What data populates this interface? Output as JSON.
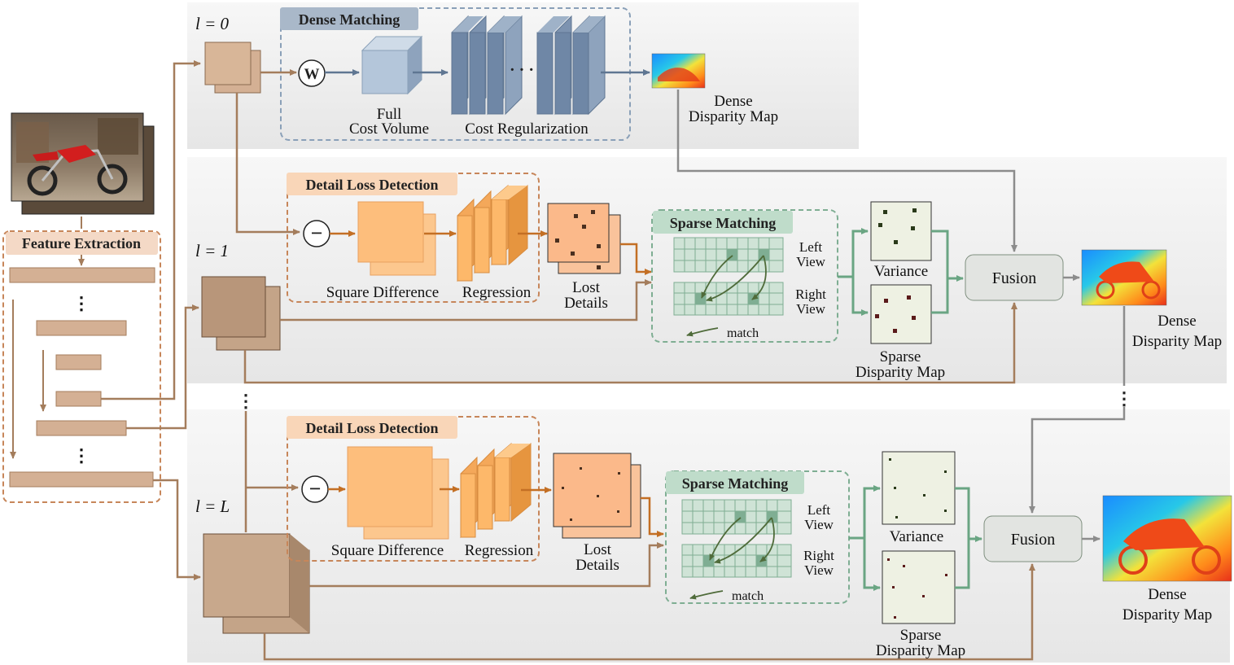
{
  "colors": {
    "band": "#efefef",
    "feature_box": "#d4b094",
    "feature_dark": "#b8967a",
    "feature_arrow": "#a47d5c",
    "orange_box": "#fdbe7c",
    "orange_dark": "#f0a050",
    "orange_arrow": "#c36f24",
    "orange_dash": "#c7865a",
    "green_grid": "#cfe3d6",
    "green_dark": "#7fae93",
    "green_dash": "#7fae93",
    "green_arrow": "#6aa583",
    "blue_box": "#b4c6da",
    "blue_dark": "#6f87a6",
    "blue_dash": "#8aa0b8",
    "gray_arrow": "#8c8c8c",
    "fusion_box": "#e2e4e1",
    "sparse_panel": "#eef1e3",
    "detail_dot": "#5a3a2c"
  },
  "levels": {
    "l0": "l = 0",
    "l1": "l = 1",
    "lL": "l = L"
  },
  "feature_extraction": {
    "title": "Feature Extraction",
    "ellipsis": "⋮"
  },
  "dense_matching": {
    "title": "Dense Matching",
    "warp_symbol": "W",
    "full_cost_volume": [
      "Full",
      "Cost Volume"
    ],
    "cost_regularization": "Cost Regularization",
    "ellipsis": "· · ·",
    "output": [
      "Dense",
      "Disparity Map"
    ]
  },
  "level1": {
    "detail_loss_title": "Detail Loss Detection",
    "minus_symbol": "−",
    "square_difference": "Square Difference",
    "regression": "Regression",
    "lost_details": [
      "Lost",
      "Details"
    ],
    "sparse_matching_title": "Sparse Matching",
    "left_view": [
      "Left",
      "View"
    ],
    "right_view": [
      "Right",
      "View"
    ],
    "match": "match",
    "variance": "Variance",
    "sparse_disparity": [
      "Sparse",
      "Disparity Map"
    ],
    "fusion": "Fusion",
    "output": [
      "Dense",
      "Disparity Map"
    ]
  },
  "levelL": {
    "detail_loss_title": "Detail Loss Detection",
    "minus_symbol": "−",
    "square_difference": "Square Difference",
    "regression": "Regression",
    "lost_details": [
      "Lost",
      "Details"
    ],
    "sparse_matching_title": "Sparse Matching",
    "left_view": [
      "Left",
      "View"
    ],
    "right_view": [
      "Right",
      "View"
    ],
    "match": "match",
    "variance": "Variance",
    "sparse_disparity": [
      "Sparse",
      "Disparity Map"
    ],
    "fusion": "Fusion",
    "output": [
      "Dense",
      "Disparity Map"
    ]
  },
  "between_levels_ellipsis": "⋮"
}
